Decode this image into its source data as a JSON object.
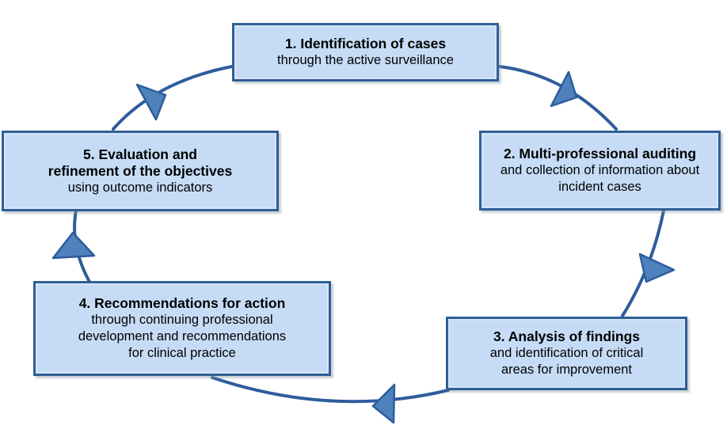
{
  "diagram": {
    "type": "cycle",
    "direction": "clockwise",
    "nodes": [
      {
        "id": "1",
        "lines": [
          {
            "text": "1. Identification of cases",
            "bold": true
          },
          {
            "text": "through the active surveillance",
            "bold": false
          }
        ]
      },
      {
        "id": "2",
        "lines": [
          {
            "text": "2. Multi-professional auditing",
            "bold": true
          },
          {
            "text": "and collection of information about",
            "bold": false
          },
          {
            "text": "incident cases",
            "bold": false
          }
        ]
      },
      {
        "id": "3",
        "lines": [
          {
            "text": "3. Analysis of findings",
            "bold": true
          },
          {
            "text": "and identification of critical",
            "bold": false
          },
          {
            "text": "areas for improvement",
            "bold": false
          }
        ]
      },
      {
        "id": "4",
        "lines": [
          {
            "text": "4. Recommendations for action",
            "bold": true
          },
          {
            "text": "through continuing professional",
            "bold": false
          },
          {
            "text": "development and recommendations",
            "bold": false
          },
          {
            "text": "for clinical practice",
            "bold": false
          }
        ]
      },
      {
        "id": "5",
        "lines": [
          {
            "text": "5. Evaluation and",
            "bold": true
          },
          {
            "text": "refinement of the objectives",
            "bold": true
          },
          {
            "text": "using outcome indicators",
            "bold": false
          }
        ]
      }
    ],
    "arrows": [
      {
        "from": "1",
        "to": "2"
      },
      {
        "from": "2",
        "to": "3"
      },
      {
        "from": "3",
        "to": "4"
      },
      {
        "from": "4",
        "to": "5"
      },
      {
        "from": "5",
        "to": "1"
      }
    ]
  },
  "colors": {
    "background": "#ffffff",
    "box_fill": "#c6dcf6",
    "box_border": "#2f5f96",
    "arrow_stroke": "#2e5d9c",
    "arrowhead_fill": "#4f81bd",
    "text": "#000000"
  }
}
